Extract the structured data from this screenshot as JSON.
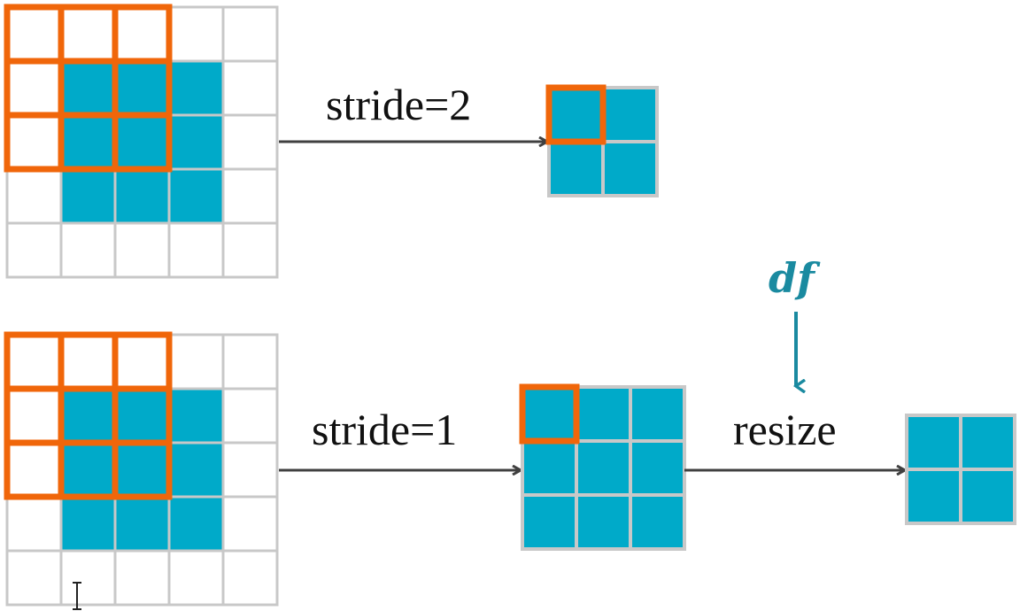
{
  "labels": {
    "top_stride": "stride=2",
    "bottom_stride": "stride=1",
    "resize": "resize",
    "df": "df"
  },
  "colors": {
    "cell_fill": "#00aac9",
    "grid_line": "#c8c8c8",
    "kernel": "#f0660a",
    "arrow": "#404040",
    "df_text": "#1a8aa0",
    "df_arrow": "#1a8aa0"
  },
  "diagram": {
    "input_grid": {
      "rows": 5,
      "cols": 5,
      "filled": [
        [
          1,
          1
        ],
        [
          1,
          2
        ],
        [
          1,
          3
        ],
        [
          2,
          1
        ],
        [
          2,
          2
        ],
        [
          2,
          3
        ],
        [
          3,
          1
        ],
        [
          3,
          2
        ],
        [
          3,
          3
        ]
      ],
      "kernel_size": 3
    },
    "output_stride2": {
      "rows": 2,
      "cols": 2,
      "highlight": [
        0,
        0
      ]
    },
    "output_stride1": {
      "rows": 3,
      "cols": 3,
      "highlight": [
        0,
        0
      ]
    },
    "output_resized": {
      "rows": 2,
      "cols": 2
    }
  }
}
